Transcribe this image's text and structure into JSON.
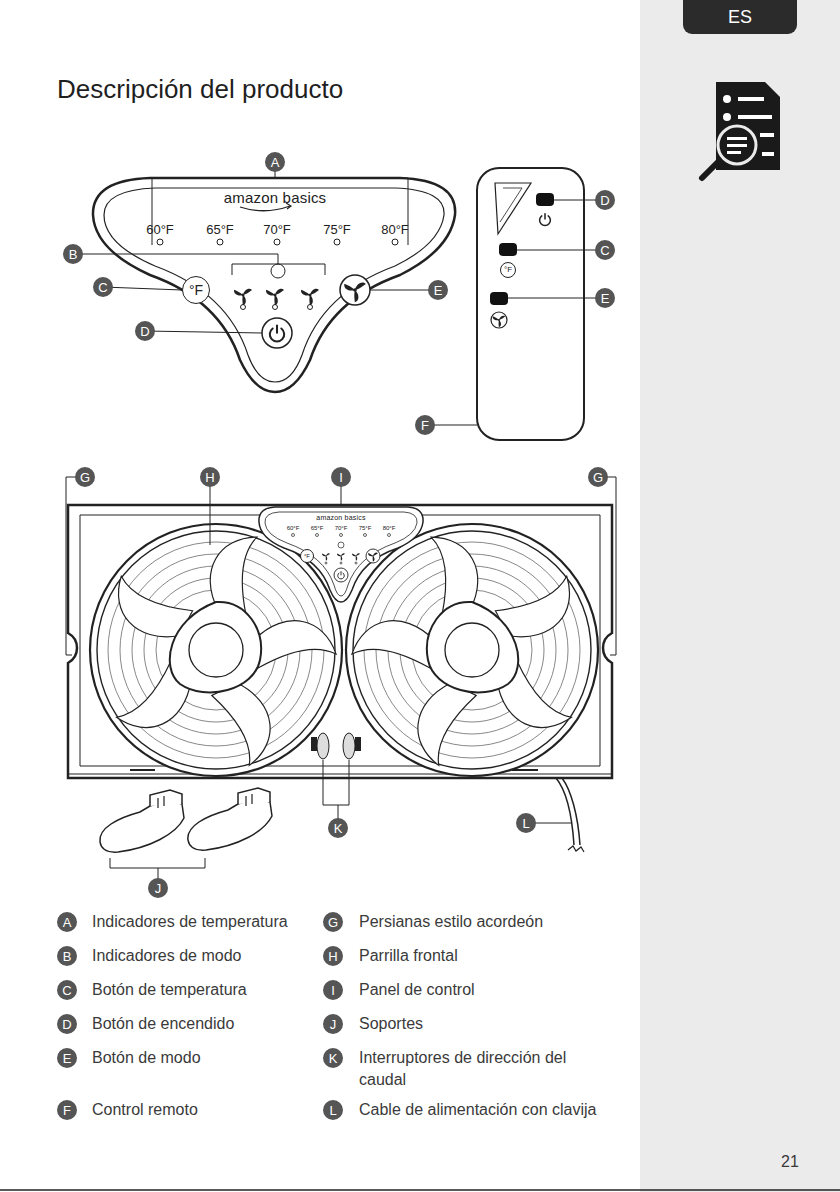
{
  "diagram": {
    "title": "Descripción del producto",
    "nodes": [
      {
        "text": [
          "ES"
        ]
      },
      {
        "text": [
          "A"
        ]
      },
      {
        "text": [
          "amazon basics",
          "60°F",
          "65°F",
          "70°F",
          "75°F",
          "80°F"
        ]
      },
      {
        "text": [
          "°F"
        ],
        "in": 2
      },
      {
        "text": [
          "B"
        ]
      },
      {
        "text": [
          "C"
        ]
      },
      {
        "text": [
          "E"
        ]
      },
      {
        "text": [
          "D"
        ]
      },
      {
        "text": [
          "D"
        ]
      },
      {
        "text": [
          "°F"
        ]
      },
      {
        "text": [
          "C"
        ]
      },
      {
        "text": [
          "E"
        ]
      },
      {
        "text": [
          "F"
        ]
      },
      {
        "text": [
          "G"
        ]
      },
      {
        "text": [
          "H"
        ]
      },
      {
        "text": [
          "I"
        ]
      },
      {
        "text": [
          "G"
        ]
      },
      {
        "text": [
          "amazon basics",
          "60°F",
          "65°F",
          "70°F",
          "75°F",
          "80°F"
        ]
      },
      {
        "text": [
          "°F"
        ],
        "in": 17
      },
      {
        "text": [
          "K"
        ]
      },
      {
        "text": [
          "L"
        ]
      },
      {
        "text": [
          "J"
        ]
      },
      {
        "text": [
          "A"
        ]
      },
      {
        "text": [
          "G"
        ]
      },
      {
        "text": [
          "B"
        ]
      },
      {
        "text": [
          "H"
        ]
      },
      {
        "text": [
          "C"
        ]
      },
      {
        "text": [
          "I"
        ]
      },
      {
        "text": [
          "D"
        ]
      },
      {
        "text": [
          "J"
        ]
      },
      {
        "text": [
          "E"
        ]
      },
      {
        "text": [
          "K"
        ]
      },
      {
        "text": [
          "F"
        ]
      },
      {
        "text": [
          "L"
        ]
      }
    ],
    "labels": [
      "Indicadores de temperatura",
      "Persianas estilo acordeón",
      "Indicadores de modo",
      "Parrilla frontal",
      "Botón de temperatura",
      "Panel de control",
      "Botón de encendido",
      "Soportes",
      "Botón de modo",
      "Interruptores de dirección del caudal",
      "Control remoto",
      "Cable de alimentación con clavija",
      "21"
    ]
  }
}
